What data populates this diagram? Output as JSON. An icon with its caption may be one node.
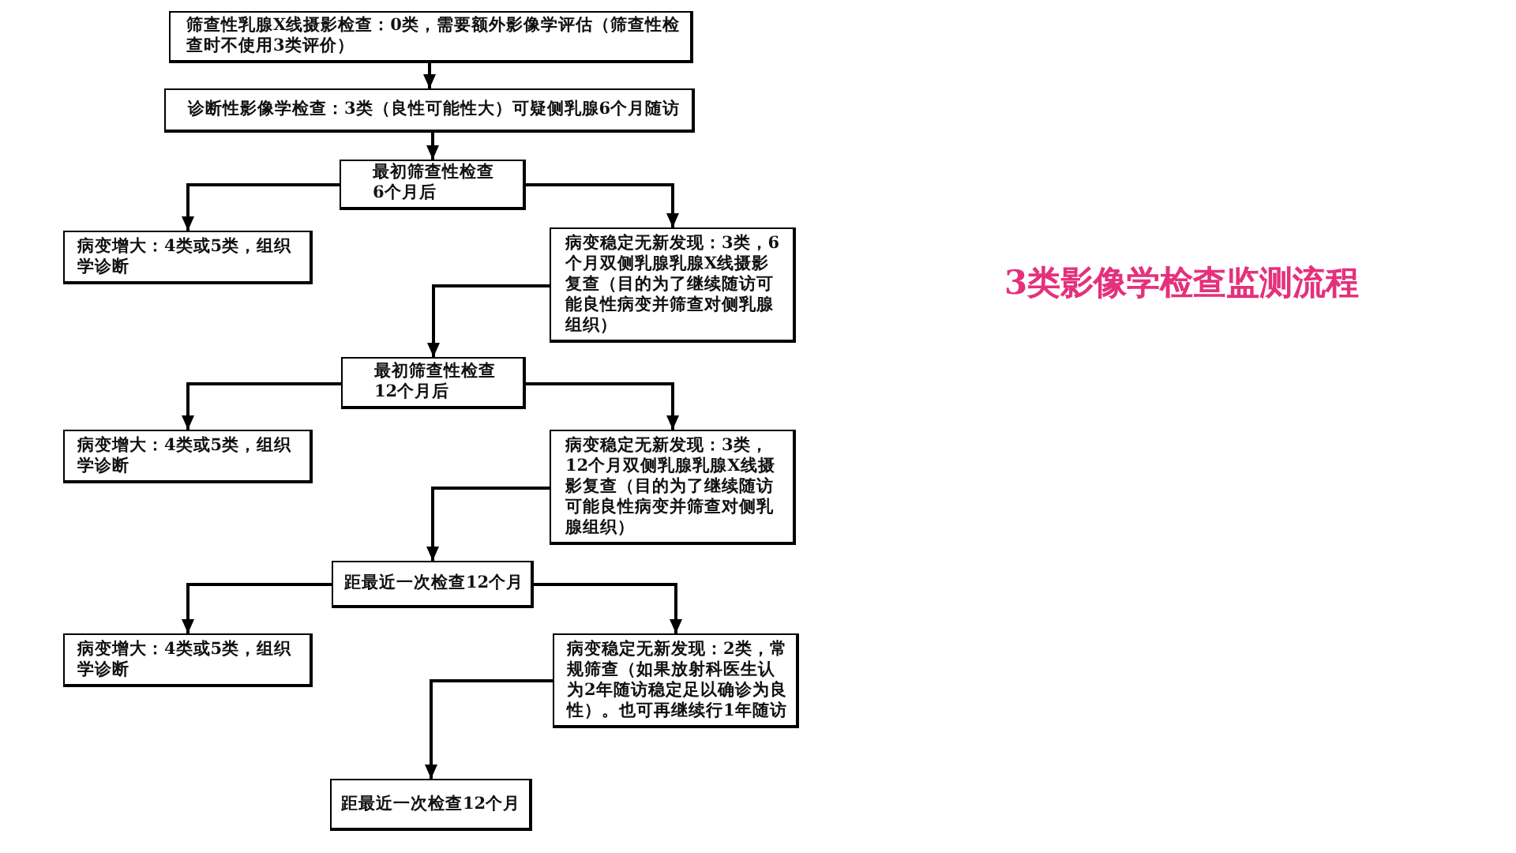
{
  "diagram": {
    "title": "3类影像学检查监测流程",
    "nodes": [
      {
        "text": [
          "筛查性乳腺X线摄影检查：0类，需要额外影像学评估（筛查性检查时不使用3类评价）"
        ]
      },
      {
        "text": [
          "诊断性影像学检查：3类（良性可能性大）可疑侧乳腺6个月随访"
        ]
      },
      {
        "text": [
          "最初筛查性检查6个月后"
        ]
      },
      {
        "text": [
          "病变增大：4类或5类，组织学诊断"
        ]
      },
      {
        "text": [
          "病变稳定无新发现：3类，6个月双侧乳腺乳腺X线摄影复查（目的为了继续随访可能良性病变并筛查对侧乳腺组织）"
        ]
      },
      {
        "text": [
          "最初筛查性检查12个月后"
        ]
      },
      {
        "text": [
          "病变增大：4类或5类，组织学诊断"
        ]
      },
      {
        "text": [
          "病变稳定无新发现：3类，12个月双侧乳腺乳腺X线摄影复查（目的为了继续随访可能良性病变并筛查对侧乳腺组织）"
        ]
      },
      {
        "text": [
          "距最近一次检查12个月"
        ]
      },
      {
        "text": [
          "病变增大：4类或5类，组织学诊断"
        ]
      },
      {
        "text": [
          "病变稳定无新发现：2类，常规筛查（如果放射科医生认为2年随访稳定足以确诊为良性）。也可再继续行1年随访"
        ]
      },
      {
        "text": [
          "距最近一次检查12个月"
        ]
      }
    ],
    "edges": [
      {
        "from": 0,
        "to": 1,
        "arrow": "to"
      },
      {
        "from": 1,
        "to": 2,
        "arrow": "to"
      },
      {
        "from": 2,
        "to": 3,
        "arrow": "to"
      },
      {
        "from": 2,
        "to": 4,
        "arrow": "to"
      },
      {
        "from": 4,
        "to": 5,
        "arrow": "to"
      },
      {
        "from": 5,
        "to": 6,
        "arrow": "to"
      },
      {
        "from": 5,
        "to": 7,
        "arrow": "to"
      },
      {
        "from": 7,
        "to": 8,
        "arrow": "to"
      },
      {
        "from": 8,
        "to": 9,
        "arrow": "to"
      },
      {
        "from": 8,
        "to": 10,
        "arrow": "to"
      },
      {
        "from": 10,
        "to": 11,
        "arrow": "to"
      }
    ]
  }
}
